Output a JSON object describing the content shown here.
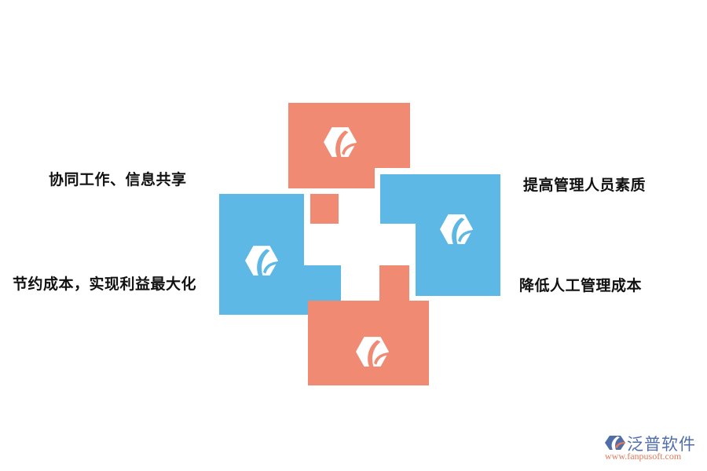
{
  "diagram": {
    "type": "four-block interlocking puzzle",
    "colors": {
      "orange": "#f08a72",
      "blue": "#5db8e6",
      "icon": "#ffffff",
      "text": "#111111"
    },
    "blocks": [
      {
        "id": "top",
        "color": "orange",
        "icon": "brand-leaf-hexagon-icon"
      },
      {
        "id": "left",
        "color": "blue",
        "icon": "brand-leaf-hexagon-icon"
      },
      {
        "id": "right",
        "color": "blue",
        "icon": "brand-leaf-hexagon-icon"
      },
      {
        "id": "bottom",
        "color": "orange",
        "icon": "brand-leaf-hexagon-icon"
      }
    ],
    "labels": {
      "top_left": "协同工作、信息共享",
      "bottom_left": "节约成本，实现利益最大化",
      "top_right": "提高管理人员素质",
      "bottom_right": "降低人工管理成本"
    }
  },
  "watermark": {
    "name": "泛普软件",
    "url": "www.fanpusoft.com"
  }
}
